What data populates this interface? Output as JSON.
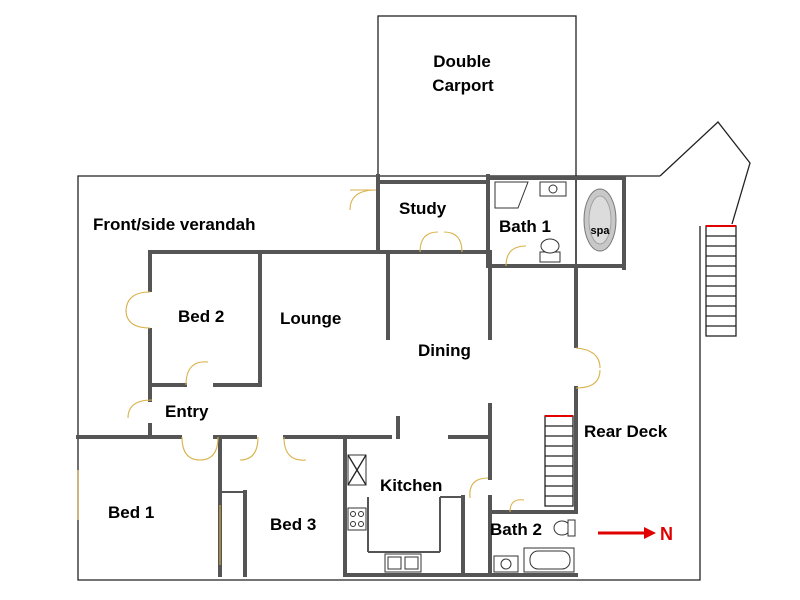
{
  "rooms": {
    "carport_line1": "Double",
    "carport_line2": "Carport",
    "verandah": "Front/side verandah",
    "study": "Study",
    "bath1": "Bath 1",
    "spa": "spa",
    "bed2": "Bed 2",
    "lounge": "Lounge",
    "dining": "Dining",
    "entry": "Entry",
    "rear_deck": "Rear Deck",
    "kitchen": "Kitchen",
    "bed1": "Bed 1",
    "bed3": "Bed 3",
    "bath2": "Bath 2"
  },
  "compass": {
    "label": "N",
    "color": "#e00000"
  },
  "colors": {
    "wall": "#555555",
    "door": "#d9b24a",
    "stair_top": "#e00000"
  }
}
